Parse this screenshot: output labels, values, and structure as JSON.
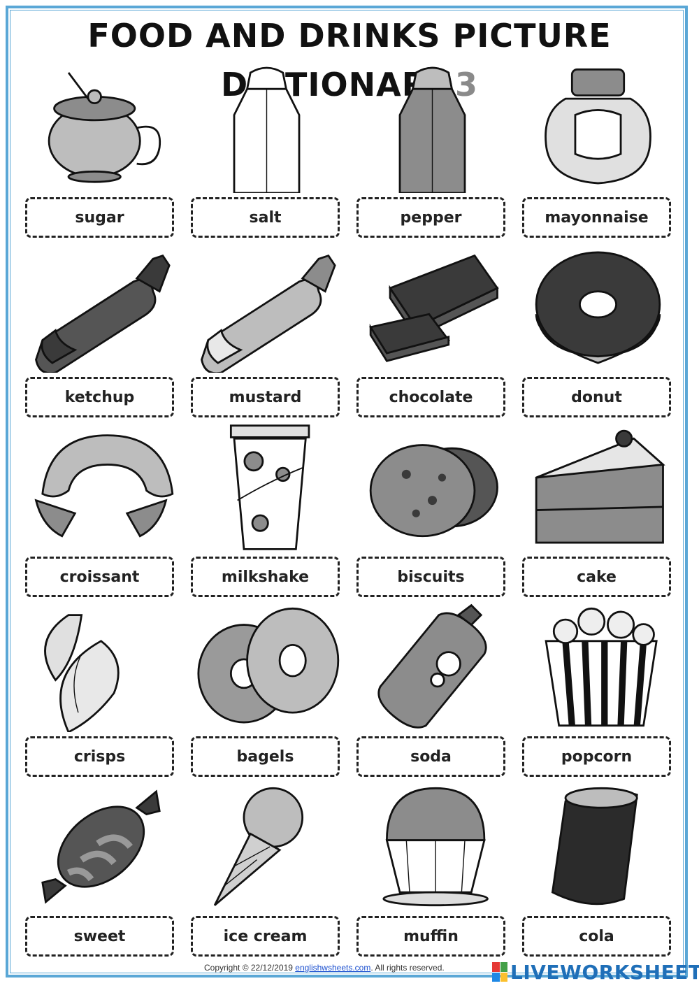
{
  "header": {
    "title": "FOOD AND DRINKS PICTURE DICTIONARY",
    "number": "3"
  },
  "items": [
    {
      "label": "sugar",
      "icon": "sugar-bowl-icon"
    },
    {
      "label": "salt",
      "icon": "salt-shaker-icon"
    },
    {
      "label": "pepper",
      "icon": "pepper-shaker-icon"
    },
    {
      "label": "mayonnaise",
      "icon": "mayonnaise-jar-icon"
    },
    {
      "label": "ketchup",
      "icon": "ketchup-bottle-icon"
    },
    {
      "label": "mustard",
      "icon": "mustard-bottle-icon"
    },
    {
      "label": "chocolate",
      "icon": "chocolate-bar-icon"
    },
    {
      "label": "donut",
      "icon": "donut-icon"
    },
    {
      "label": "croissant",
      "icon": "croissant-icon"
    },
    {
      "label": "milkshake",
      "icon": "milkshake-cup-icon"
    },
    {
      "label": "biscuits",
      "icon": "biscuits-icon"
    },
    {
      "label": "cake",
      "icon": "cake-slice-icon"
    },
    {
      "label": "crisps",
      "icon": "crisps-icon"
    },
    {
      "label": "bagels",
      "icon": "bagels-icon"
    },
    {
      "label": "soda",
      "icon": "soda-can-icon"
    },
    {
      "label": "popcorn",
      "icon": "popcorn-box-icon"
    },
    {
      "label": "sweet",
      "icon": "wrapped-sweet-icon"
    },
    {
      "label": "ice cream",
      "icon": "ice-cream-cone-icon"
    },
    {
      "label": "muffin",
      "icon": "muffin-icon"
    },
    {
      "label": "cola",
      "icon": "cola-can-icon"
    }
  ],
  "footer": {
    "copyright": "Copyright © 22/12/2019",
    "link": "englishwsheets.com",
    "rights": ". All rights reserved."
  },
  "watermark": {
    "text": "LIVEWORKSHEETS",
    "colors": [
      "#e53935",
      "#43a047",
      "#1e88e5",
      "#fbc02d"
    ]
  }
}
